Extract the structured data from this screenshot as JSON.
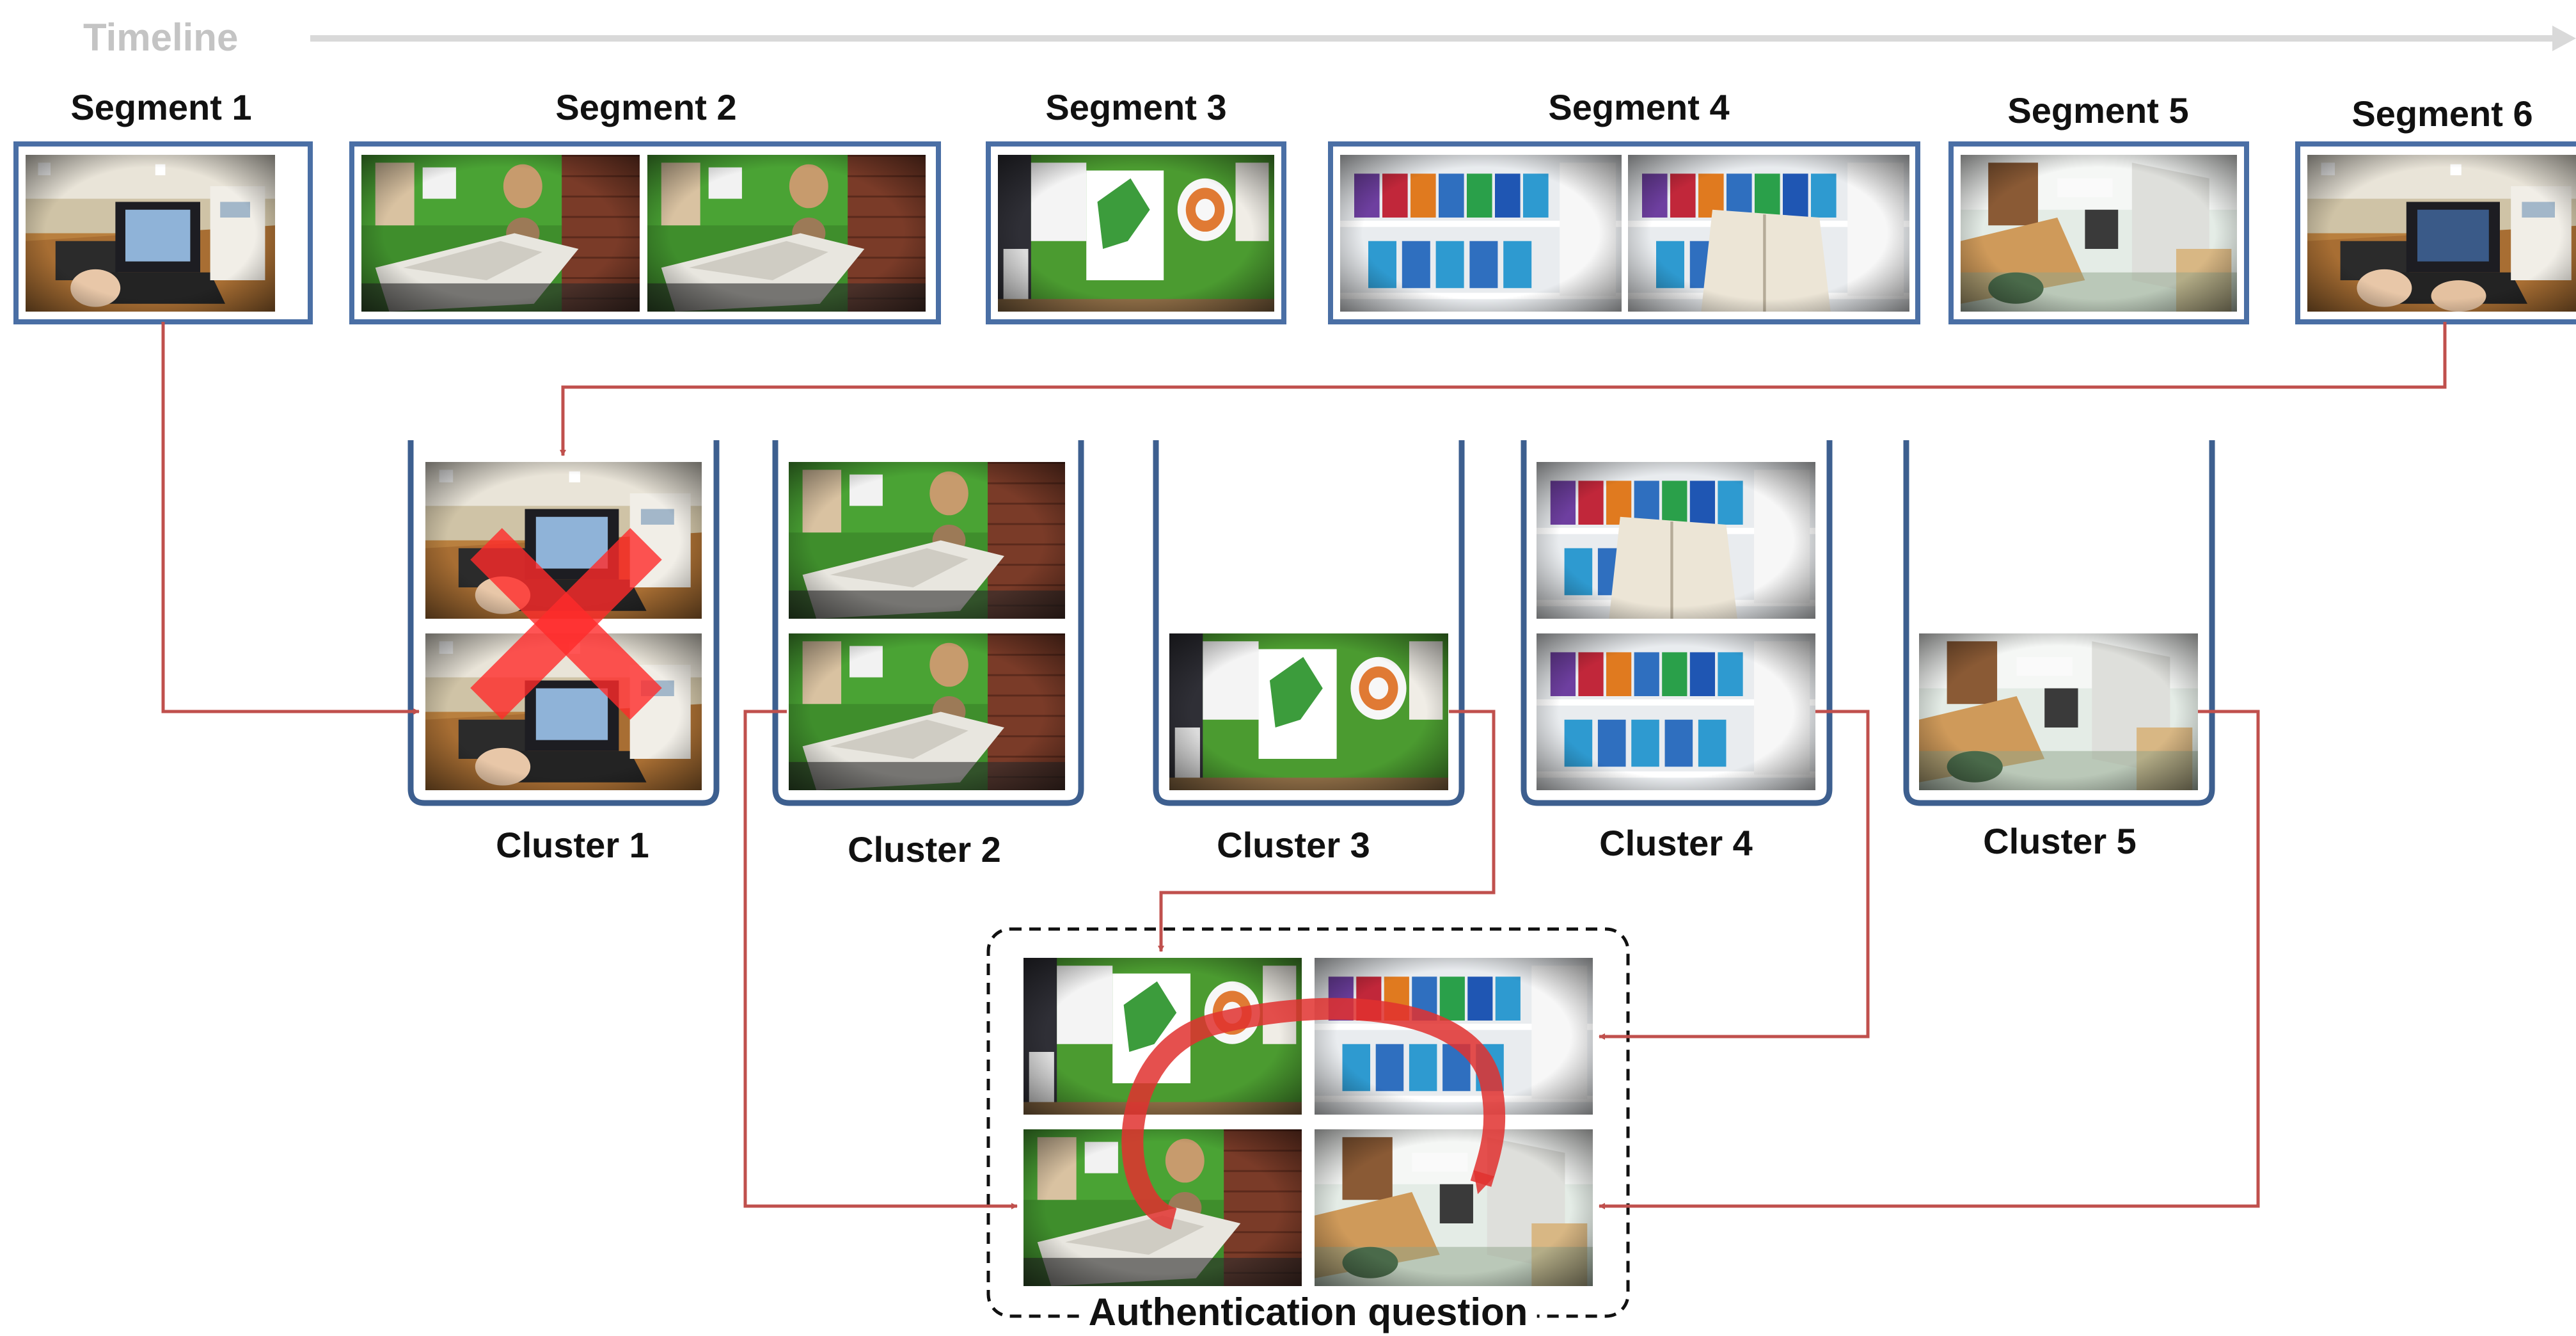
{
  "timeline_label": "Timeline",
  "segments": [
    {
      "label": "Segment 1",
      "frames": [
        "desk-laptop"
      ]
    },
    {
      "label": "Segment 2",
      "frames": [
        "printer",
        "printer"
      ]
    },
    {
      "label": "Segment 3",
      "frames": [
        "poster-wall"
      ]
    },
    {
      "label": "Segment 4",
      "frames": [
        "bookshelf",
        "bookshelf-reading"
      ]
    },
    {
      "label": "Segment 5",
      "frames": [
        "office-room"
      ]
    },
    {
      "label": "Segment 6",
      "frames": [
        "desk-laptop-typing"
      ]
    }
  ],
  "clusters": [
    {
      "label": "Cluster 1",
      "frames": [
        "desk-laptop",
        "desk-laptop"
      ],
      "rejected": true
    },
    {
      "label": "Cluster 2",
      "frames": [
        "printer",
        "printer"
      ],
      "rejected": false
    },
    {
      "label": "Cluster 3",
      "frames": [
        "poster-wall"
      ],
      "rejected": false
    },
    {
      "label": "Cluster 4",
      "frames": [
        "bookshelf-reading",
        "bookshelf"
      ],
      "rejected": false
    },
    {
      "label": "Cluster 5",
      "frames": [
        "office-room"
      ],
      "rejected": false
    }
  ],
  "authentication": {
    "label": "Authentication question",
    "frames": [
      "poster-wall",
      "bookshelf",
      "printer",
      "office-room"
    ]
  },
  "colors": {
    "segment_border": "#4a6fa5",
    "cluster_border": "#3d5f8f",
    "arrow": "#c0504d",
    "timeline": "#d9d9d9",
    "cross": "#ff2a2a"
  }
}
